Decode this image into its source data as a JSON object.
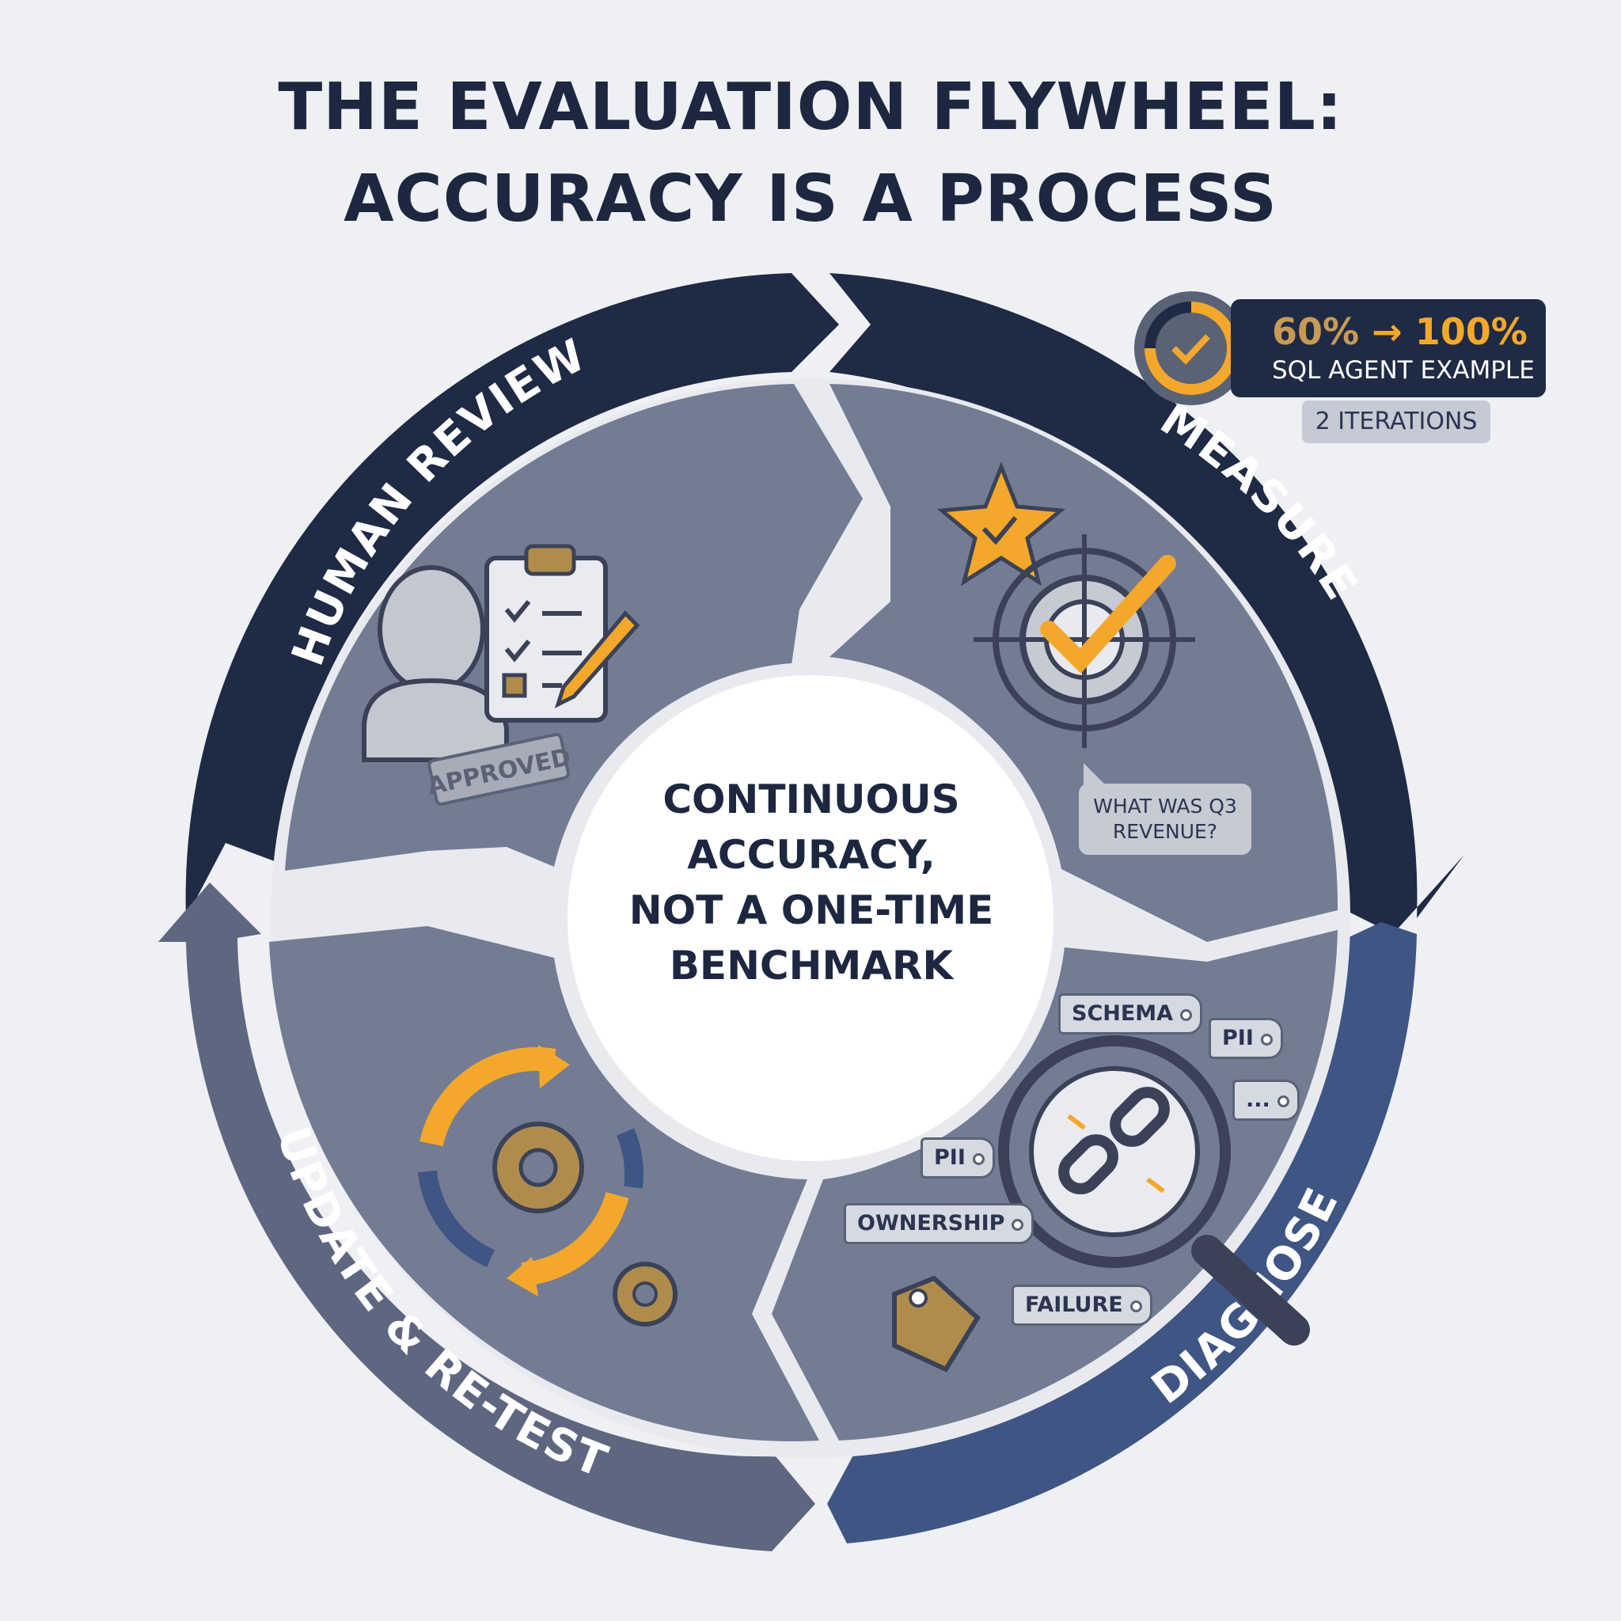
{
  "title": {
    "line1": "THE EVALUATION FLYWHEEL:",
    "line2": "ACCURACY IS A PROCESS"
  },
  "center": {
    "line1": "CONTINUOUS",
    "line2": "ACCURACY,",
    "line3": "NOT A ONE-TIME",
    "line4": "BENCHMARK"
  },
  "stages": {
    "human_review": "HUMAN REVIEW",
    "measure": "MEASURE",
    "diagnose": "DIAGNOSE",
    "update": "UPDATE & RE-TEST"
  },
  "badge": {
    "from": "60%",
    "arrow": "→",
    "to": "100%",
    "subtitle": "SQL AGENT EXAMPLE",
    "iterations": "2 ITERATIONS"
  },
  "measure_panel": {
    "question_line1": "WHAT WAS Q3",
    "question_line2": "REVENUE?"
  },
  "human_panel": {
    "stamp": "APPROVED"
  },
  "diagnose_panel": {
    "tags": {
      "schema": "SCHEMA",
      "pii_a": "PII",
      "ellipsis": "...",
      "pii_b": "PII",
      "ownership": "OWNERSHIP",
      "failure": "FAILURE"
    }
  },
  "colors": {
    "navy": "#1f2a44",
    "ring_blue": "#3f5584",
    "ring_gray": "#5e6680",
    "panel": "#747c93",
    "accent": "#f3a82b",
    "background": "#eef0f4"
  },
  "icons": [
    "person-icon",
    "clipboard-icon",
    "pencil-icon",
    "star-check-icon",
    "target-check-icon",
    "refresh-gear-icon",
    "broken-link-icon",
    "magnifier-icon",
    "tag-icon",
    "gear-badge-icon"
  ]
}
